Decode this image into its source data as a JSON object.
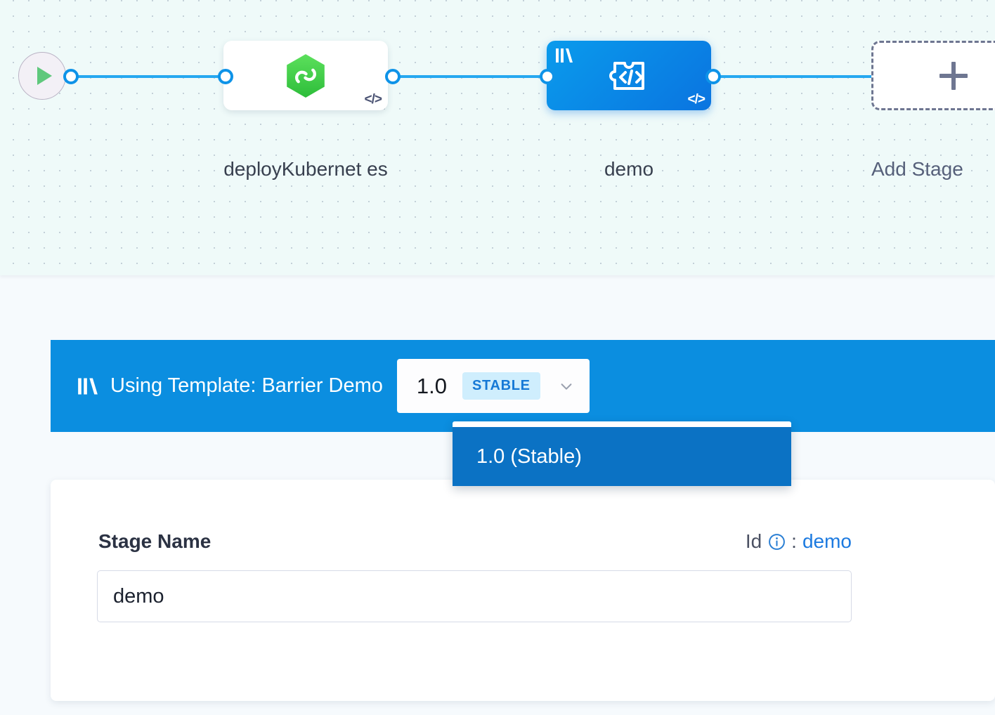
{
  "canvas": {
    "start_node": {
      "icon": "play-icon"
    },
    "nodes": [
      {
        "id": "deployKubernetes",
        "caption": "deployKubernet es",
        "icon": "harness-hexagon-icon",
        "code_badge": "</>",
        "selected": false
      },
      {
        "id": "demo",
        "caption": "demo",
        "icon": "custom-stage-code-icon",
        "ribbon_icon": "template-ribbon-icon",
        "code_badge": "</>",
        "selected": true
      }
    ],
    "add_stage": {
      "caption": "Add Stage",
      "icon": "plus-icon"
    },
    "colors": {
      "edge": "#26a8f0",
      "selected_node": "#0a74e0",
      "canvas_bg": "#effaf9"
    }
  },
  "template_banner": {
    "ribbon_icon": "template-ribbon-icon",
    "label": "Using Template: Barrier Demo",
    "version_selector": {
      "version": "1.0",
      "status_badge": "STABLE",
      "chevron_icon": "chevron-down-icon"
    },
    "accent_color": "#0b8ee0",
    "badge_color": "#1679d6"
  },
  "version_dropdown": {
    "open": true,
    "options": [
      {
        "label": "1.0 (Stable)",
        "selected": true
      }
    ],
    "highlight_color": "#0b72c4"
  },
  "stage_details": {
    "stage_name_label": "Stage Name",
    "id_label": "Id",
    "id_info_icon": "info-circle-icon",
    "id_separator": ":",
    "id_value": "demo",
    "stage_name_value": "demo",
    "stage_name_placeholder": "Stage Name",
    "link_color": "#1c7ae0"
  }
}
